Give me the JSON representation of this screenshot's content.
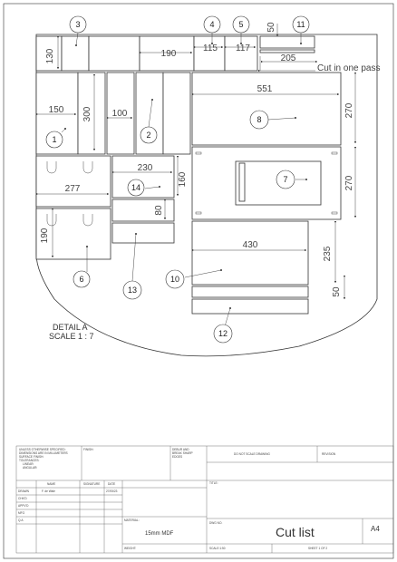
{
  "drawing": {
    "detail_label": "DETAIL A",
    "scale_label": "SCALE 1 : 7",
    "note": "Cut in one pass",
    "dimensions": [
      "130",
      "190",
      "115",
      "117",
      "50",
      "205",
      "150",
      "300",
      "100",
      "551",
      "270",
      "277",
      "230",
      "160",
      "80",
      "270",
      "190",
      "430",
      "235",
      "50"
    ],
    "balloons": [
      "1",
      "2",
      "3",
      "4",
      "5",
      "6",
      "7",
      "8",
      "10",
      "11",
      "12",
      "13",
      "14"
    ]
  },
  "title_block": {
    "general_notes": "UNLESS OTHERWISE SPECIFIED: DIMENSIONS ARE IN MILLIMETERS SURFACE FINISH: TOLERANCES: LINEAR: ANGULAR:",
    "finish_label": "FINISH:",
    "deburr_label": "DEBUR AND BREAK SHARP EDGES",
    "do_not_scale": "DO NOT SCALE DRAWING",
    "revision_label": "REVISION",
    "col_name": "NAME",
    "col_signature": "SIGNATURE",
    "col_date": "DATE",
    "row_drawn": "DRAWN",
    "row_chkd": "CHK'D",
    "row_appvd": "APPV'D",
    "row_mfg": "MFG",
    "row_qa": "Q.A",
    "drawn_by": "F. de Wale",
    "drawn_date": "27/05/23",
    "title_label": "TITLE:",
    "material_label": "MATERIAL:",
    "material": "15mm MDF",
    "dwg_no_label": "DWG NO.",
    "dwg_title": "Cut list",
    "size": "A4",
    "weight_label": "WEIGHT:",
    "scale_label": "SCALE:1:50",
    "sheet_label": "SHEET 1 OF 2"
  }
}
